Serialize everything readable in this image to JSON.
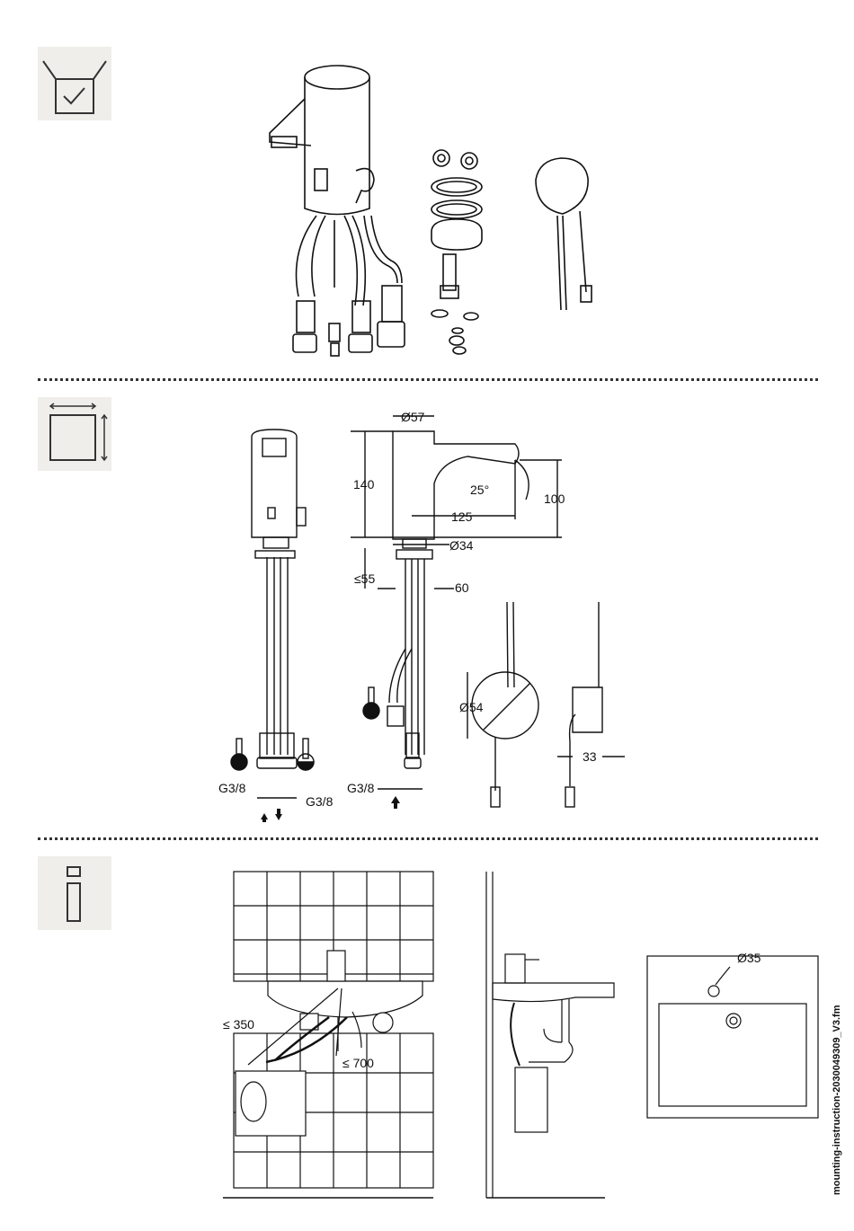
{
  "sections": {
    "scope_of_delivery": {
      "icon": "box-check-icon"
    },
    "dimensions": {
      "icon": "dimensions-square-icon",
      "labels": {
        "diameter_top": "Ø57",
        "height": "140",
        "angle": "25°",
        "spout_height": "100",
        "projection": "125",
        "diameter_base": "Ø34",
        "max_thickness": "≤55",
        "depth": "60",
        "thread_left": "G3/8",
        "thread_right": "G3/8",
        "thread_single": "G3/8",
        "diameter_box": "Ø54",
        "box_depth": "33"
      }
    },
    "installation_info": {
      "icon": "info-icon",
      "labels": {
        "max_distance": "≤ 350",
        "max_length": "≤ 700",
        "hole_diameter": "Ø35"
      }
    }
  },
  "footer": {
    "filename": "mounting-instruction-2030049309_V3.fm"
  }
}
